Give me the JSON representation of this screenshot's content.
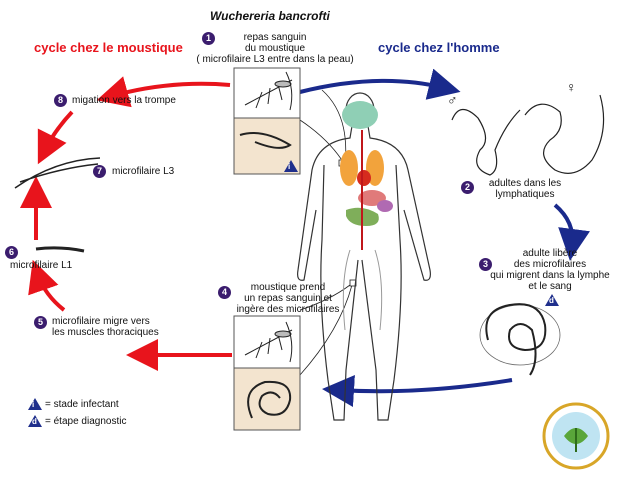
{
  "title": "Wuchereria bancrofti",
  "cycles": {
    "mosquito": "cycle chez le moustique",
    "human": "cycle chez l'homme"
  },
  "steps": [
    {
      "num": "1",
      "lines": [
        "repas sanguin",
        "du moustique",
        "( microfilaire L3 entre dans la peau)"
      ]
    },
    {
      "num": "2",
      "lines": [
        "adultes dans les",
        "lymphatiques"
      ]
    },
    {
      "num": "3",
      "lines": [
        "adulte libère",
        "des microfilaires",
        "qui migrent dans la lymphe",
        "et le sang"
      ]
    },
    {
      "num": "4",
      "lines": [
        "moustique prend",
        "un repas sanguin et",
        "ingère des microfilaires"
      ]
    },
    {
      "num": "5",
      "lines": [
        "microfilaire migre vers",
        "les muscles thoraciques"
      ]
    },
    {
      "num": "6",
      "lines": [
        "microfilaire L1"
      ]
    },
    {
      "num": "7",
      "lines": [
        "microfilaire L3"
      ]
    },
    {
      "num": "8",
      "lines": [
        "migation vers la trompe"
      ]
    }
  ],
  "stage_marks": {
    "infective": "i",
    "diagnostic": "d"
  },
  "sex_symbols": {
    "male": "♂",
    "female": "♀"
  },
  "legend": [
    {
      "mark": "i",
      "text": "= stade infectant"
    },
    {
      "mark": "d",
      "text": "= étape diagnostic"
    }
  ],
  "colors": {
    "mosquito_cycle": "#e8141c",
    "human_cycle": "#1a2a8c",
    "badge": "#3b1d6e"
  }
}
